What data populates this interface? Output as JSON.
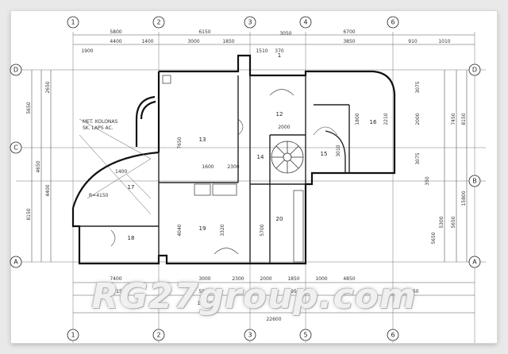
{
  "axes": {
    "columns": [
      "1",
      "2",
      "3",
      "4",
      "5",
      "6"
    ],
    "rows": [
      "A",
      "B",
      "C",
      "D"
    ]
  },
  "dimensions": {
    "top_outer": [
      "5800",
      "6150",
      "6700"
    ],
    "top_inner": [
      "4400",
      "1400",
      "3000",
      "1850",
      "3850",
      "910",
      "1010"
    ],
    "top_small": [
      "1900",
      "1510",
      "370",
      "3050"
    ],
    "bottom_inner": [
      "7400",
      "3000",
      "2300",
      "2000",
      "1850",
      "1000",
      "4850"
    ],
    "bottom_mid": [
      "6150",
      "5800",
      "3950",
      "6250"
    ],
    "bottom_total_partial": "16250",
    "bottom_total": "22600",
    "left_outer": [
      "5650",
      "8150"
    ],
    "left_mid": [
      "4650",
      "4400",
      "2650"
    ],
    "right_outer": [
      "8150",
      "15800"
    ],
    "right_mid": [
      "7450",
      "5650",
      "5300",
      "5650"
    ],
    "right_inner": [
      "3075",
      "2000",
      "3075",
      "350"
    ]
  },
  "rooms": [
    "1",
    "12",
    "13",
    "14",
    "15",
    "16",
    "17",
    "18",
    "19",
    "20"
  ],
  "room_dims": [
    "7650",
    "4040",
    "3320",
    "5700",
    "2000",
    "1600",
    "2300",
    "3010",
    "1800",
    "2210"
  ],
  "notes": {
    "column_note_1": "MET. KOLONAS",
    "column_note_2": "SK. LAPS AC.",
    "radius": "R=4150",
    "small": "1400"
  },
  "watermark": "RG27group.com"
}
